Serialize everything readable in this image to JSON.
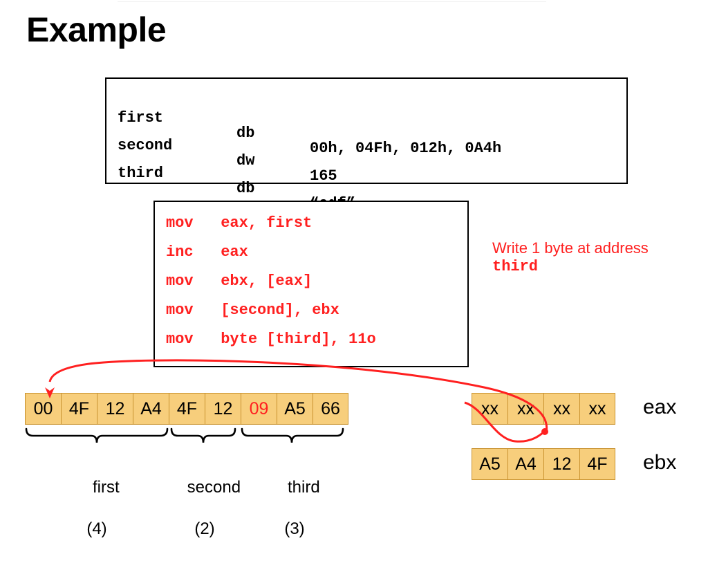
{
  "slide": {
    "title": "Example",
    "accent_red": "#FF2020",
    "cell_fill": "#F7CE7C",
    "cell_border": "#C8922F"
  },
  "data_panel": {
    "rows": [
      {
        "name": "first",
        "directive": "db",
        "value": "00h, 04Fh, 012h, 0A4h"
      },
      {
        "name": "second",
        "directive": "dw",
        "value": "165"
      },
      {
        "name": "third",
        "directive": "db",
        "value": "“adf”"
      }
    ]
  },
  "code_panel": {
    "lines": [
      "mov   eax, first",
      "inc   eax",
      "mov   ebx, [eax]",
      "mov   [second], ebx",
      "mov   byte [third], 11o"
    ]
  },
  "note": {
    "text": "Write 1 byte at address",
    "symbol": "third"
  },
  "memory": {
    "cells": [
      {
        "value": "00",
        "highlight": false
      },
      {
        "value": "4F",
        "highlight": false
      },
      {
        "value": "12",
        "highlight": false
      },
      {
        "value": "A4",
        "highlight": false
      },
      {
        "value": "4F",
        "highlight": false
      },
      {
        "value": "12",
        "highlight": false
      },
      {
        "value": "09",
        "highlight": true
      },
      {
        "value": "A5",
        "highlight": false
      },
      {
        "value": "66",
        "highlight": false
      }
    ],
    "groups": [
      {
        "label": "first",
        "count": "(4)"
      },
      {
        "label": "second",
        "count": "(2)"
      },
      {
        "label": "third",
        "count": "(3)"
      }
    ]
  },
  "registers": [
    {
      "name": "eax",
      "cells": [
        {
          "value": "xx"
        },
        {
          "value": "xx"
        },
        {
          "value": "xx"
        },
        {
          "value": "xx"
        }
      ]
    },
    {
      "name": "ebx",
      "cells": [
        {
          "value": "A5"
        },
        {
          "value": "A4"
        },
        {
          "value": "12"
        },
        {
          "value": "4F"
        }
      ]
    }
  ]
}
